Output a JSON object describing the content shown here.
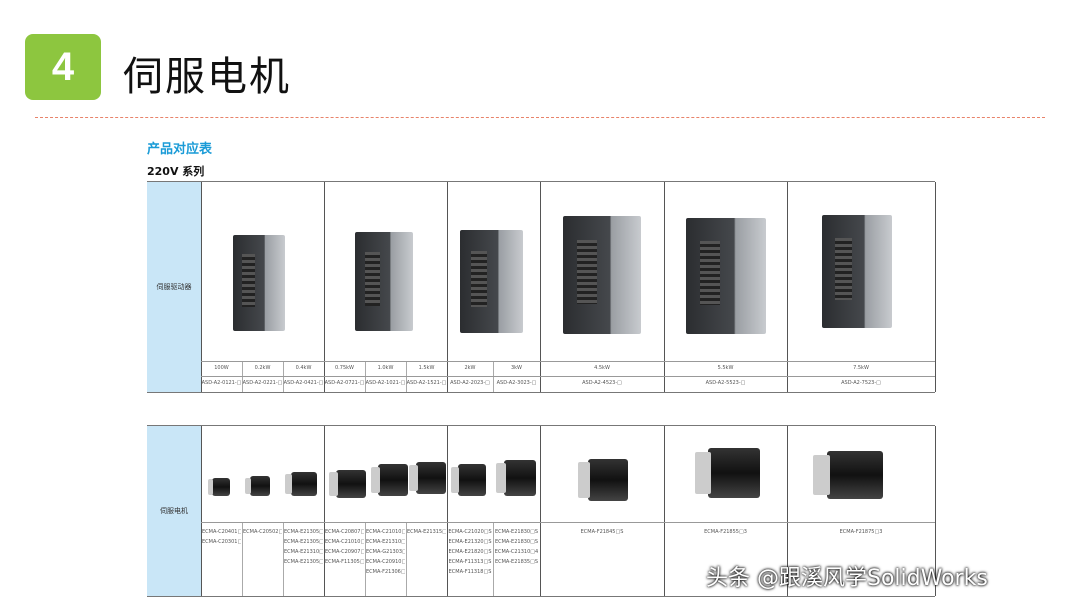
{
  "slide": {
    "number": "4",
    "title": "伺服电机"
  },
  "section_title": "产品对应表",
  "series_title": "220V 系列",
  "accent_color": "#8dc63f",
  "link_color": "#1a9bd7",
  "drive_table": {
    "row_label": "伺服驱动器",
    "power": [
      "100W",
      "0.2kW",
      "0.4kW",
      "0.75kW",
      "1.0kW",
      "1.5kW",
      "2kW",
      "3kW",
      "4.5kW",
      "5.5kW",
      "7.5kW"
    ],
    "models": [
      "ASD-A2-0121-□",
      "ASD-A2-0221-□",
      "ASD-A2-0421-□",
      "ASD-A2-0721-□",
      "ASD-A2-1021-□",
      "ASD-A2-1521-□",
      "ASD-A2-2023-□",
      "ASD-A2-3023-□",
      "ASD-A2-4523-□",
      "ASD-A2-5523-□",
      "ASD-A2-7523-□"
    ]
  },
  "motor_table": {
    "row_label": "伺服电机",
    "models": [
      [
        "ECMA-C20401□S",
        "ECMA-C20301□S"
      ],
      [
        "ECMA-C20502□S"
      ],
      [
        "ECMA-E21305□S",
        "ECMA-E21305□7",
        "ECMA-E21310□S",
        "ECMA-E21305□S"
      ],
      [
        "ECMA-C20807□S",
        "ECMA-C21010□S",
        "ECMA-C20907□S",
        "ECMA-F11305□S"
      ],
      [
        "ECMA-C21010□S",
        "ECMA-E21310□S",
        "ECMA-G21303□S",
        "ECMA-C20910□S",
        "ECMA-F21306□S"
      ],
      [
        "ECMA-E21315□S"
      ],
      [
        "ECMA-C21020□S",
        "ECMA-E21320□S",
        "ECMA-E21820□S",
        "ECMA-F11313□S",
        "ECMA-F11318□S"
      ],
      [
        "ECMA-E21830□S",
        "ECMA-E21830□S",
        "ECMA-C21310□4",
        "ECMA-E21835□S"
      ],
      [
        "ECMA-F21845□S"
      ],
      [
        "ECMA-F21855□3"
      ],
      [
        "ECMA-F21875□3"
      ]
    ]
  },
  "watermark": "头条 @跟溪风学SolidWorks"
}
